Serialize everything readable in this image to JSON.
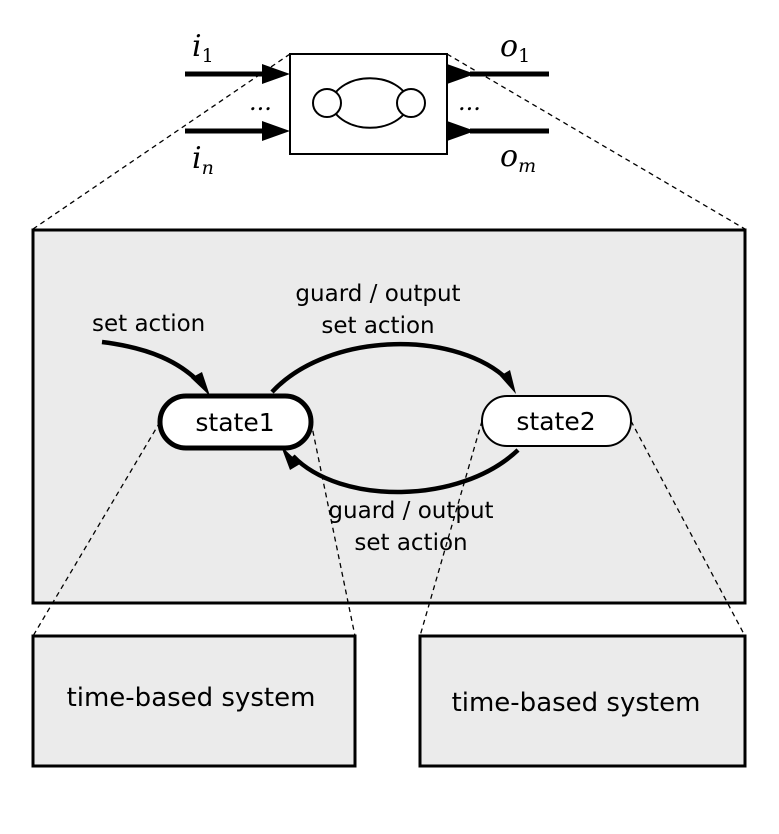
{
  "top_block": {
    "input_first": "i",
    "input_first_sub": "1",
    "input_last": "i",
    "input_last_sub": "n",
    "output_first": "o",
    "output_first_sub": "1",
    "output_last": "o",
    "output_last_sub": "m",
    "input_ellipsis": "...",
    "output_ellipsis": "..."
  },
  "state_machine": {
    "initial_label": "set action",
    "transition_top": {
      "guard": "guard / output",
      "action": "set action"
    },
    "transition_bottom": {
      "guard": "guard / output",
      "action": "set action"
    },
    "states": [
      {
        "label": "state1",
        "active": true
      },
      {
        "label": "state2",
        "active": false
      }
    ]
  },
  "subsystems": [
    {
      "label": "time-based system"
    },
    {
      "label": "time-based system"
    }
  ],
  "colors": {
    "panel_fill": "#ebebeb",
    "stroke": "#000000",
    "state_fill": "#ffffff"
  }
}
